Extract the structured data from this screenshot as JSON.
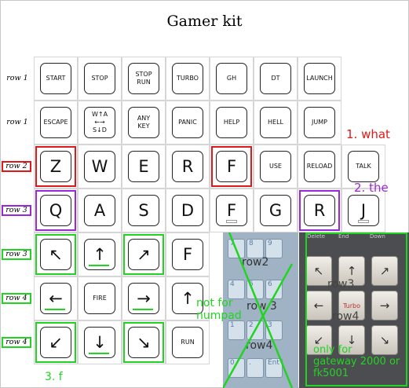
{
  "title": "Gamer kit",
  "rows": [
    {
      "label": "row 1",
      "keys": [
        "START",
        "STOP",
        "STOP\nRUN",
        "TURBO",
        "GH",
        "DT",
        "LAUNCH"
      ]
    },
    {
      "label": "row 1",
      "keys": [
        "ESCAPE",
        "W↑A\n←→\nS↓D",
        "ANY\nKEY",
        "PANIC",
        "HELP",
        "HELL",
        "JUMP"
      ]
    },
    {
      "label": "row 2",
      "keys": [
        "Z",
        "W",
        "E",
        "R",
        "F",
        "USE",
        "RELOAD",
        "TALK"
      ]
    },
    {
      "label": "row 3",
      "keys": [
        "Q",
        "A",
        "S",
        "D",
        "F",
        "G",
        "R",
        "J"
      ]
    },
    {
      "label": "row 3",
      "keys": [
        "↖",
        "↑",
        "↗",
        "F"
      ]
    },
    {
      "label": "row 4",
      "keys": [
        "←",
        "FIRE",
        "→",
        "↑"
      ]
    },
    {
      "label": "row 4",
      "keys": [
        "↙",
        "↓",
        "↘",
        "RUN"
      ]
    }
  ],
  "annotations": {
    "what": "1. what",
    "the": "2. the",
    "f": "3. f",
    "not_for_numpad": "not  for\nnumpad",
    "only_for": "only for\ngateway 2000 or\nfk5001"
  },
  "numpad_photo": {
    "labels": [
      "row2",
      "row 3",
      "row4"
    ],
    "keys": [
      "7",
      "8",
      "9",
      "4",
      "5",
      "6",
      "1",
      "2",
      "3",
      "0",
      ".",
      "Ent"
    ]
  },
  "keypad_photo": {
    "labels": [
      "row3",
      "row4"
    ],
    "top_labels": [
      "Delete",
      "End",
      "Down"
    ],
    "keys": [
      "↖",
      "↑",
      "↗",
      "←",
      "Turbo",
      "→",
      "↙",
      "↓",
      "↘"
    ]
  },
  "colors": {
    "red": "#e01818",
    "purple": "#9b28d8",
    "green": "#22d422"
  }
}
